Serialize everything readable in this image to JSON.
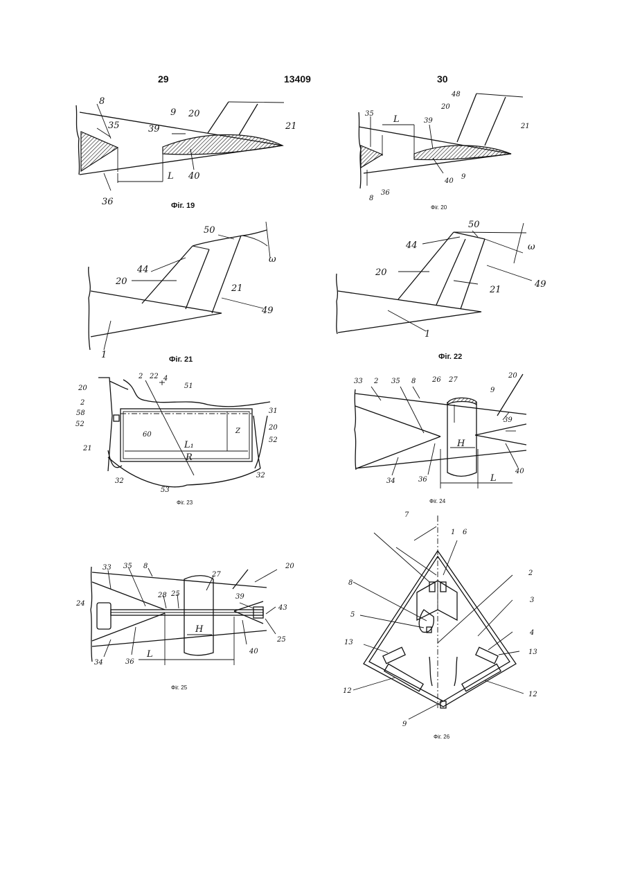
{
  "header": {
    "page_left": "29",
    "patent_number": "13409",
    "page_right": "30"
  },
  "figures": {
    "fig19": {
      "caption": "Фіг. 19",
      "labels": {
        "l8": "8",
        "l35": "35",
        "l9": "9",
        "l20": "20",
        "l39": "39",
        "l21": "21",
        "lL": "L",
        "l40": "40",
        "l36": "36"
      }
    },
    "fig20": {
      "caption": "Фіг. 20",
      "labels": {
        "l35": "35",
        "lL": "L",
        "l39": "39",
        "l48": "48",
        "l20": "20",
        "l21": "21",
        "l40": "40",
        "l9": "9",
        "l36": "36",
        "l8": "8"
      }
    },
    "fig21": {
      "caption": "Фіг. 21",
      "labels": {
        "l50": "50",
        "lw": "ω",
        "l44": "44",
        "l20": "20",
        "l21": "21",
        "l49": "49",
        "l1": "1"
      }
    },
    "fig22": {
      "caption": "Фіг. 22",
      "labels": {
        "l50": "50",
        "lw": "ω",
        "l44": "44",
        "l20": "20",
        "l21": "21",
        "l49": "49",
        "l1": "1"
      }
    },
    "fig23": {
      "caption": "Фіг. 23",
      "labels": {
        "l20a": "20",
        "l2a": "2",
        "l22": "22",
        "l4": "4",
        "l51": "51",
        "l2b": "2",
        "l31": "31",
        "l58": "58",
        "l52a": "52",
        "l20b": "20",
        "l60": "60",
        "lZ": "Z",
        "l52b": "52",
        "l21": "21",
        "lL1": "L₁",
        "lR": "R",
        "l32a": "32",
        "l32b": "32",
        "l53": "53"
      }
    },
    "fig24": {
      "caption": "Фіг. 24",
      "labels": {
        "l33": "33",
        "l2": "2",
        "l35": "35",
        "l8": "8",
        "l26": "26",
        "l27": "27",
        "l20": "20",
        "l9": "9",
        "l39": "39",
        "lH": "H",
        "l40": "40",
        "l34": "34",
        "l36": "36",
        "lL": "L"
      }
    },
    "fig25": {
      "caption": "Фіг. 25",
      "labels": {
        "l33": "33",
        "l35": "35",
        "l8": "8",
        "l27": "27",
        "l20": "20",
        "l28": "28",
        "l25a": "25",
        "l39": "39",
        "l43": "43",
        "l24": "24",
        "lH": "H",
        "l25b": "25",
        "l40": "40",
        "l34": "34",
        "l36": "36",
        "lL": "L"
      }
    },
    "fig26": {
      "caption": "Фіг. 26",
      "labels": {
        "l7": "7",
        "l1": "1",
        "l6": "6",
        "l2": "2",
        "l8": "8",
        "l3": "3",
        "l5": "5",
        "l4": "4",
        "l13a": "13",
        "l13b": "13",
        "l12a": "12",
        "l12b": "12",
        "l9": "9"
      }
    }
  }
}
